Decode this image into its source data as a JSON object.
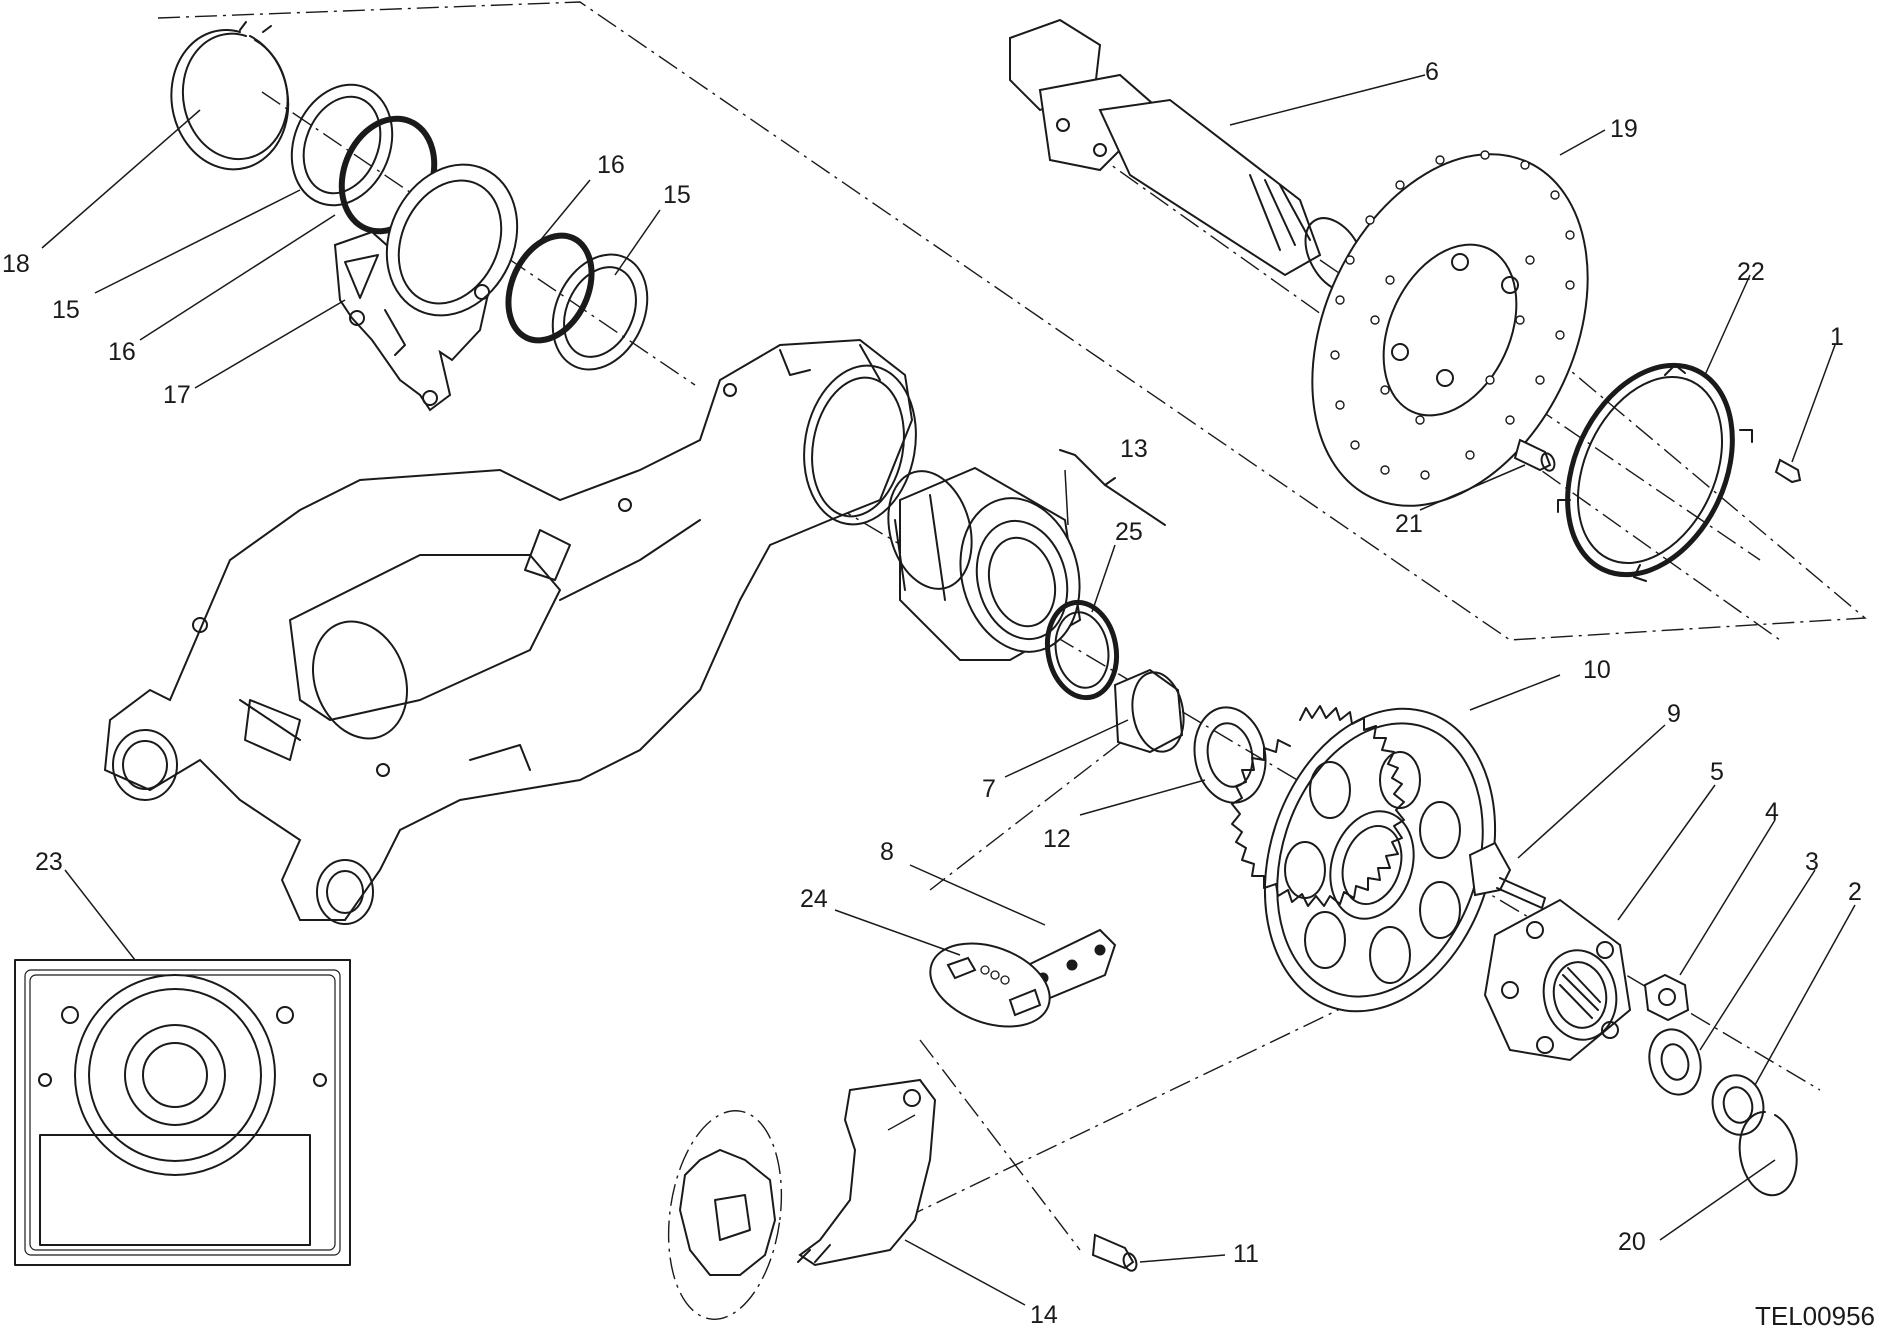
{
  "diagram": {
    "code": "TEL00956",
    "callouts": [
      {
        "id": "c1",
        "text": "1"
      },
      {
        "id": "c2",
        "text": "2"
      },
      {
        "id": "c3",
        "text": "3"
      },
      {
        "id": "c4",
        "text": "4"
      },
      {
        "id": "c5",
        "text": "5"
      },
      {
        "id": "c6",
        "text": "6"
      },
      {
        "id": "c7",
        "text": "7"
      },
      {
        "id": "c8",
        "text": "8"
      },
      {
        "id": "c9",
        "text": "9"
      },
      {
        "id": "c10",
        "text": "10"
      },
      {
        "id": "c11",
        "text": "11"
      },
      {
        "id": "c12",
        "text": "12"
      },
      {
        "id": "c13",
        "text": "13"
      },
      {
        "id": "c14",
        "text": "14"
      },
      {
        "id": "c15a",
        "text": "15"
      },
      {
        "id": "c15b",
        "text": "15"
      },
      {
        "id": "c16a",
        "text": "16"
      },
      {
        "id": "c16b",
        "text": "16"
      },
      {
        "id": "c17",
        "text": "17"
      },
      {
        "id": "c18",
        "text": "18"
      },
      {
        "id": "c19",
        "text": "19"
      },
      {
        "id": "c20",
        "text": "20"
      },
      {
        "id": "c21",
        "text": "21"
      },
      {
        "id": "c22",
        "text": "22"
      },
      {
        "id": "c23",
        "text": "23"
      },
      {
        "id": "c24",
        "text": "24"
      },
      {
        "id": "c25",
        "text": "25"
      }
    ],
    "colors": {
      "line": "#1a1a1a",
      "background": "#ffffff"
    }
  }
}
